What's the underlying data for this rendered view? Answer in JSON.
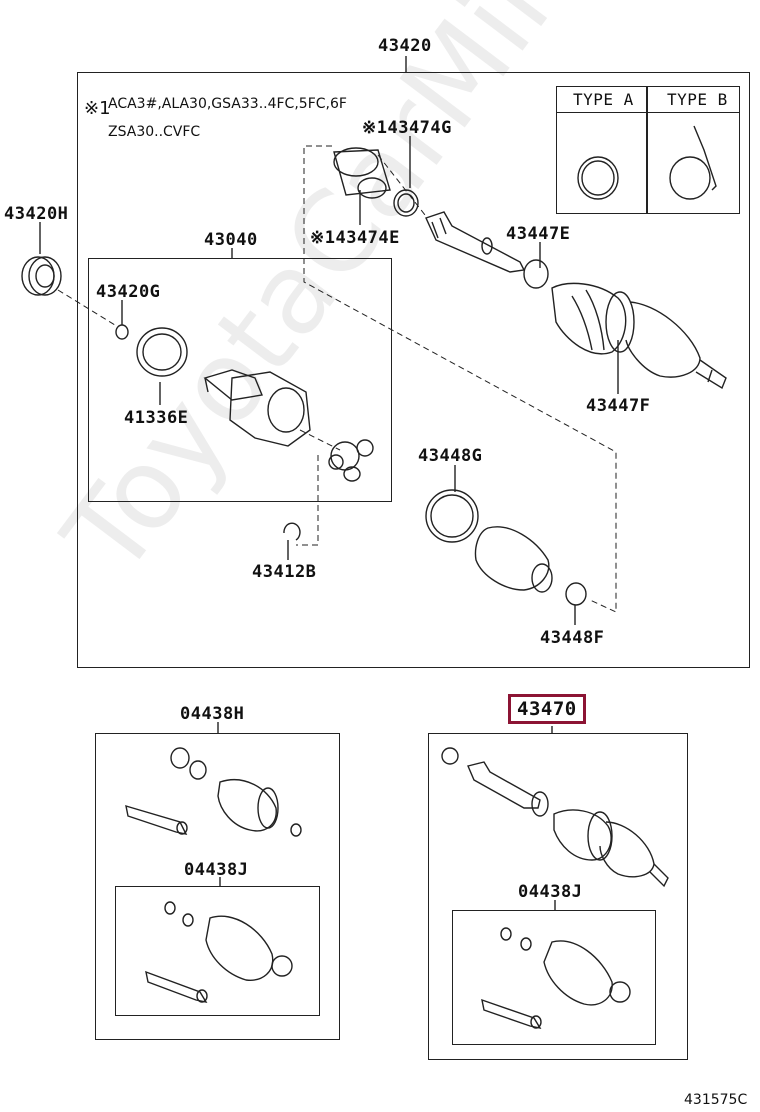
{
  "labels": {
    "main_assembly": "43420",
    "left_seal": "43420H",
    "note_prefix": "※1",
    "note_line1": "ACA3#,ALA30,GSA33..4FC,5FC,6F",
    "note_line2": "ZSA30..CVFC",
    "clamp_474g": "※143474G",
    "damper_474e": "※143474E",
    "inner_joint": "43040",
    "snap_ring_420g": "43420G",
    "ring_336e": "41336E",
    "clamp_447e": "43447E",
    "clamp_447f": "43447F",
    "clamp_448g": "43448G",
    "clamp_448f": "43448F",
    "snap_412b": "43412B",
    "boot_kit_h": "04438H",
    "boot_kit_j_left": "04438J",
    "shaft_43470": "43470",
    "boot_kit_j_right": "04438J",
    "diagram_code": "431575C"
  },
  "type_table": {
    "type_a": "TYPE A",
    "type_b": "TYPE B"
  },
  "watermark": "ToyotaCarMine.ru",
  "colors": {
    "line": "#222222",
    "highlight": "#8c1434"
  }
}
